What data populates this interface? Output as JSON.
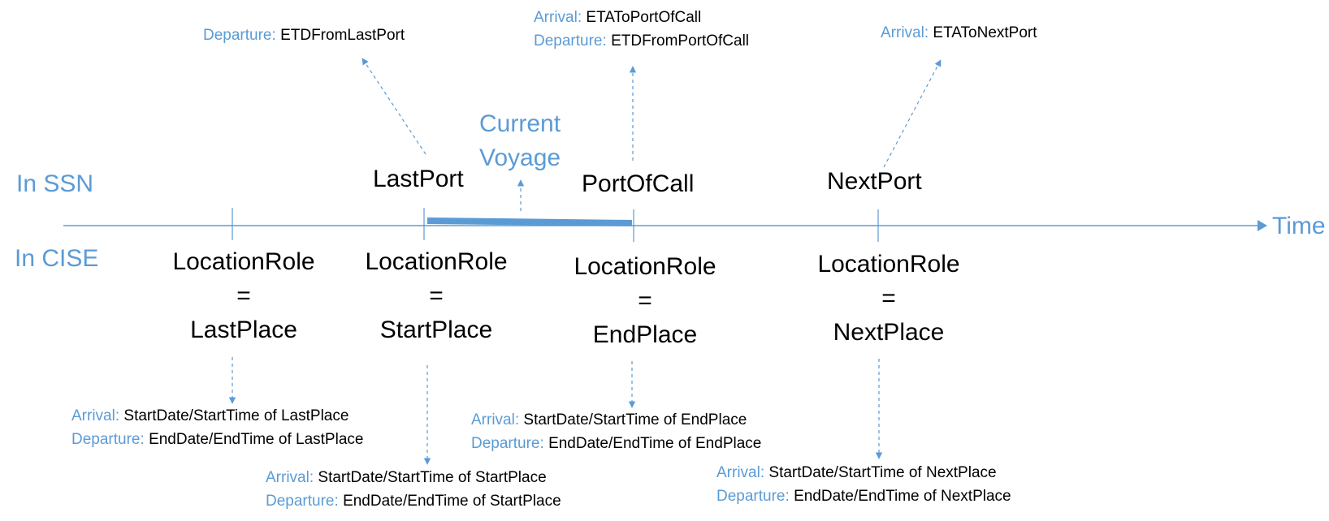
{
  "colors": {
    "accent": "#5b9bd5",
    "text": "#000000",
    "background": "#ffffff"
  },
  "rows": {
    "ssn": "In SSN",
    "cise": "In CISE"
  },
  "axis": {
    "label": "Time"
  },
  "current_voyage": {
    "line1": "Current",
    "line2": "Voyage"
  },
  "ports": {
    "last": "LastPort",
    "call": "PortOfCall",
    "next": "NextPort"
  },
  "roles": {
    "lastplace": {
      "l1": "LocationRole",
      "l2": "=",
      "l3": "LastPlace"
    },
    "startplace": {
      "l1": "LocationRole",
      "l2": "=",
      "l3": "StartPlace"
    },
    "endplace": {
      "l1": "LocationRole",
      "l2": "=",
      "l3": "EndPlace"
    },
    "nextplace": {
      "l1": "LocationRole",
      "l2": "=",
      "l3": "NextPlace"
    }
  },
  "ssn_info": {
    "last": {
      "dep_key": "Departure:",
      "dep_val": "ETDFromLastPort"
    },
    "call": {
      "arr_key": "Arrival:",
      "arr_val": "ETAToPortOfCall",
      "dep_key": "Departure:",
      "dep_val": "ETDFromPortOfCall"
    },
    "next": {
      "arr_key": "Arrival:",
      "arr_val": "ETAToNextPort"
    }
  },
  "cise_info": {
    "lastplace": {
      "arr_key": "Arrival:",
      "arr_val": "StartDate/StartTime of LastPlace",
      "dep_key": "Departure:",
      "dep_val": "EndDate/EndTime of LastPlace"
    },
    "startplace": {
      "arr_key": "Arrival:",
      "arr_val": "StartDate/StartTime of StartPlace",
      "dep_key": "Departure:",
      "dep_val": "EndDate/EndTime of StartPlace"
    },
    "endplace": {
      "arr_key": "Arrival:",
      "arr_val": "StartDate/StartTime of EndPlace",
      "dep_key": "Departure:",
      "dep_val": "EndDate/EndTime of EndPlace"
    },
    "nextplace": {
      "arr_key": "Arrival:",
      "arr_val": "StartDate/StartTime of NextPlace",
      "dep_key": "Departure:",
      "dep_val": "EndDate/EndTime of NextPlace"
    }
  }
}
